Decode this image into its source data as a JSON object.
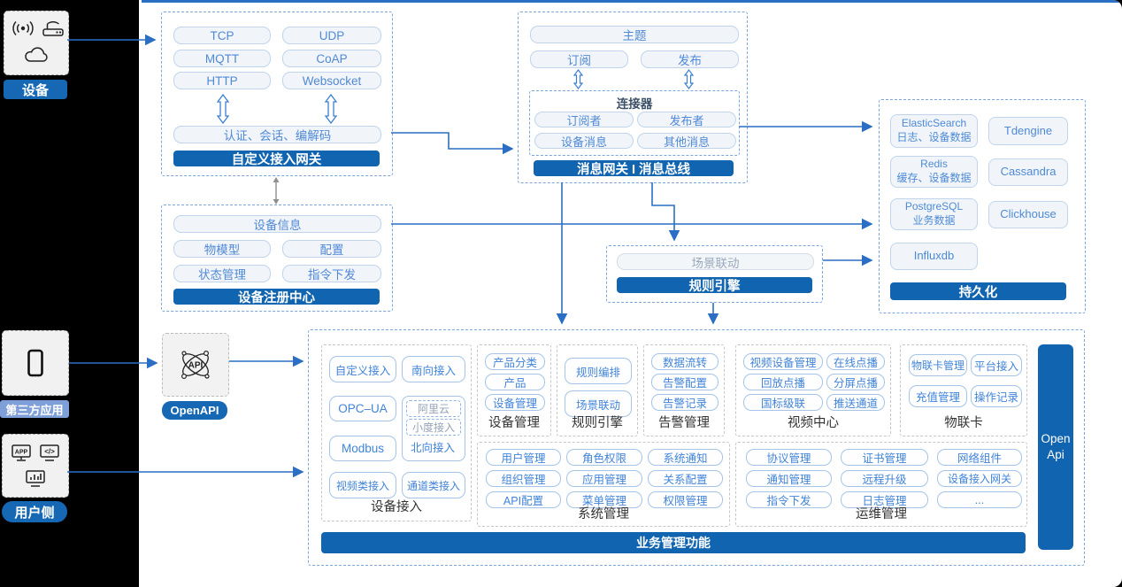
{
  "left_rail": {
    "device_label": "设备",
    "third_party_label": "第三方应用",
    "user_side_label": "用户侧"
  },
  "openapi_label": "OpenAPI",
  "gateway": {
    "title": "自定义接入网关",
    "protocols": [
      "TCP",
      "UDP",
      "MQTT",
      "CoAP",
      "HTTP",
      "Websocket"
    ],
    "session_row": "认证、会话、编解码"
  },
  "message_bus": {
    "title": "消息网关 I 消息总线",
    "topic": "主题",
    "subscribe": "订阅",
    "publish": "发布",
    "connector": {
      "title": "连接器",
      "subscriber": "订阅者",
      "publisher": "发布者",
      "device_msg": "设备消息",
      "other_msg": "其他消息"
    }
  },
  "persistence": {
    "title": "持久化",
    "stores": [
      {
        "name": "ElasticSearch",
        "desc": "日志、设备数据"
      },
      {
        "name": "Tdengine"
      },
      {
        "name": "Redis",
        "desc": "缓存、设备数据"
      },
      {
        "name": "Cassandra"
      },
      {
        "name": "PostgreSQL",
        "desc": "业务数据"
      },
      {
        "name": "Clickhouse"
      },
      {
        "name": "Influxdb"
      }
    ]
  },
  "registry": {
    "title": "设备注册中心",
    "device_info": "设备信息",
    "items": [
      "物模型",
      "配置",
      "状态管理",
      "指令下发"
    ]
  },
  "rule_engine_mid": {
    "title": "规则引擎",
    "scene": "场景联动"
  },
  "business": {
    "title": "业务管理功能",
    "open_api_vertical": "Open Api",
    "device_access": {
      "label": "设备接入",
      "custom": "自定义接入",
      "south": "南向接入",
      "opcua": "OPC–UA",
      "modbus": "Modbus",
      "video": "视频类接入",
      "channel": "通道类接入",
      "north_group": {
        "ali": "阿里云",
        "xiaodu": "小度接入",
        "north": "北向接入"
      }
    },
    "device_mgmt": {
      "label": "设备管理",
      "items": [
        "产品分类",
        "产品",
        "设备管理"
      ]
    },
    "rule_engine": {
      "label": "规则引擎",
      "items": [
        "规则编排",
        "场景联动"
      ]
    },
    "alarm_mgmt": {
      "label": "告警管理",
      "items": [
        "数据流转",
        "告警配置",
        "告警记录"
      ]
    },
    "video_center": {
      "label": "视频中心",
      "items": [
        "视频设备管理",
        "在线点播",
        "回放点播",
        "分屏点播",
        "国标级联",
        "推送通道"
      ]
    },
    "iot_card": {
      "label": "物联卡",
      "items": [
        "物联卡管理",
        "平台接入",
        "充值管理",
        "操作记录"
      ]
    },
    "system_mgmt": {
      "label": "系统管理",
      "items": [
        "用户管理",
        "角色权限",
        "系统通知",
        "组织管理",
        "应用管理",
        "关系配置",
        "API配置",
        "菜单管理",
        "权限管理"
      ]
    },
    "ops_mgmt": {
      "label": "运维管理",
      "items": [
        "协议管理",
        "证书管理",
        "网络组件",
        "通知管理",
        "远程升级",
        "设备接入网关",
        "指令下发",
        "日志管理",
        "..."
      ]
    }
  },
  "colors": {
    "accent_blue": "#1164b0",
    "line_blue": "#2a6fc4"
  }
}
